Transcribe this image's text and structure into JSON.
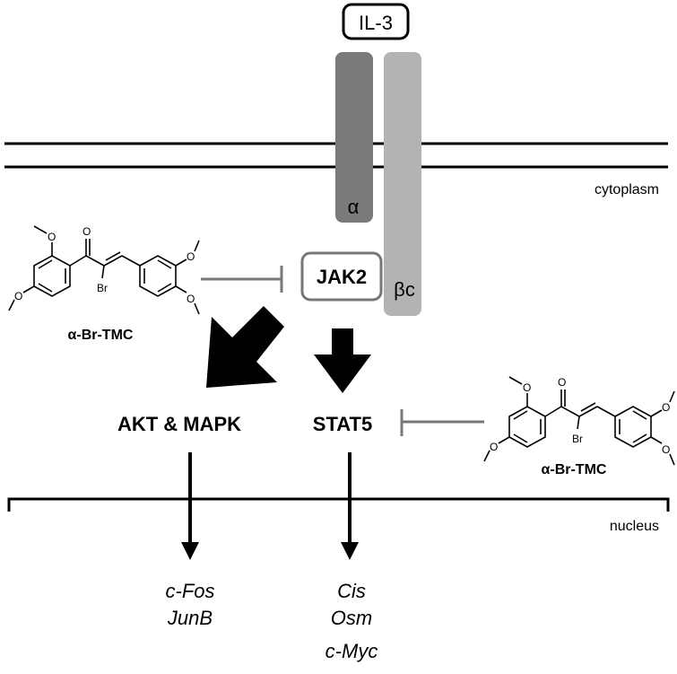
{
  "ligand": {
    "label": "IL-3"
  },
  "receptor": {
    "alpha_label": "α",
    "beta_label": "βc"
  },
  "compartments": {
    "cytoplasm": "cytoplasm",
    "nucleus": "nucleus"
  },
  "kinase": {
    "label": "JAK2"
  },
  "pathways": {
    "left": "AKT & MAPK",
    "right": "STAT5"
  },
  "inhibitors": {
    "left": {
      "label": "α-Br-TMC",
      "bromine": "Br"
    },
    "right": {
      "label": "α-Br-TMC",
      "bromine": "Br"
    }
  },
  "genes": {
    "left": [
      "c-Fos",
      "JunB"
    ],
    "right": [
      "Cis",
      "Osm",
      "c-Myc"
    ]
  },
  "colors": {
    "alpha_chain": "#7a7a7a",
    "beta_chain": "#b3b3b3",
    "inhibition": "#777777",
    "arrow": "#000000"
  }
}
